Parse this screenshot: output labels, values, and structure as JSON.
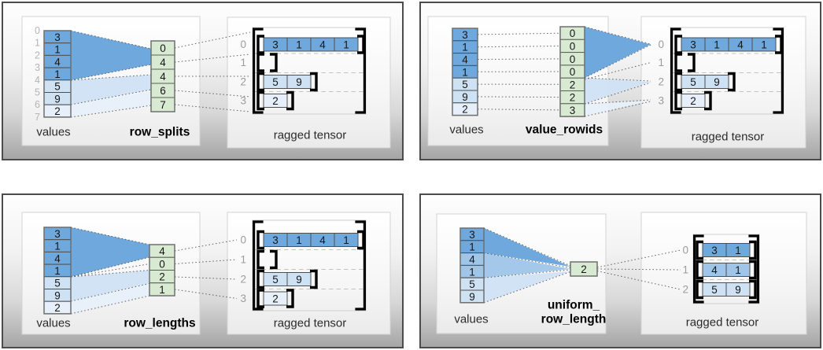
{
  "colors": {
    "dark": "#6fa8dc",
    "mid": "#9fc5e8",
    "light": "#cfe2f3",
    "pale": "#e7f0fa",
    "green": "#d9ead3",
    "index_gray": "#b4b4b4",
    "row_index_gray": "#9c9c9c"
  },
  "panels": [
    {
      "name": "row_splits",
      "values_label": "values",
      "param_label": "row_splits",
      "ragged_label": "ragged tensor",
      "values": [
        "3",
        "1",
        "4",
        "1",
        "5",
        "9",
        "2"
      ],
      "values_shades": [
        "dark",
        "dark",
        "dark",
        "dark",
        "light",
        "light",
        "pale"
      ],
      "value_indices": [
        "0",
        "1",
        "2",
        "3",
        "4",
        "5",
        "6",
        "7"
      ],
      "param": [
        "0",
        "4",
        "4",
        "6",
        "7"
      ],
      "row_indices": [
        "0",
        "1",
        "2",
        "3"
      ],
      "rows": [
        {
          "cells": [
            "3",
            "1",
            "4",
            "1"
          ],
          "shade": "dark"
        },
        {
          "cells": [],
          "shade": "dark"
        },
        {
          "cells": [
            "5",
            "9"
          ],
          "shade": "light"
        },
        {
          "cells": [
            "2"
          ],
          "shade": "pale"
        }
      ]
    },
    {
      "name": "value_rowids",
      "values_label": "values",
      "param_label": "value_rowids",
      "ragged_label": "ragged tensor",
      "values": [
        "3",
        "1",
        "4",
        "1",
        "5",
        "9",
        "2"
      ],
      "values_shades": [
        "dark",
        "dark",
        "dark",
        "dark",
        "light",
        "light",
        "pale"
      ],
      "param": [
        "0",
        "0",
        "0",
        "0",
        "2",
        "2",
        "3"
      ],
      "row_indices": [
        "0",
        "1",
        "2",
        "3"
      ],
      "rows": [
        {
          "cells": [
            "3",
            "1",
            "4",
            "1"
          ],
          "shade": "dark"
        },
        {
          "cells": [],
          "shade": "dark"
        },
        {
          "cells": [
            "5",
            "9"
          ],
          "shade": "light"
        },
        {
          "cells": [
            "2"
          ],
          "shade": "pale"
        }
      ]
    },
    {
      "name": "row_lengths",
      "values_label": "values",
      "param_label": "row_lengths",
      "ragged_label": "ragged tensor",
      "values": [
        "3",
        "1",
        "4",
        "1",
        "5",
        "9",
        "2"
      ],
      "values_shades": [
        "dark",
        "dark",
        "dark",
        "dark",
        "light",
        "light",
        "pale"
      ],
      "param": [
        "4",
        "0",
        "2",
        "1"
      ],
      "row_indices": [
        "0",
        "1",
        "2",
        "3"
      ],
      "rows": [
        {
          "cells": [
            "3",
            "1",
            "4",
            "1"
          ],
          "shade": "dark"
        },
        {
          "cells": [],
          "shade": "dark"
        },
        {
          "cells": [
            "5",
            "9"
          ],
          "shade": "light"
        },
        {
          "cells": [
            "2"
          ],
          "shade": "pale"
        }
      ]
    },
    {
      "name": "uniform_row_length",
      "values_label": "values",
      "param_label": "uniform_",
      "param_label2": "row_length",
      "ragged_label": "ragged tensor",
      "values": [
        "3",
        "1",
        "4",
        "1",
        "5",
        "9"
      ],
      "values_shades": [
        "dark",
        "dark",
        "mid",
        "mid",
        "light",
        "light"
      ],
      "param": [
        "2"
      ],
      "row_indices": [
        "0",
        "1",
        "2"
      ],
      "rows": [
        {
          "cells": [
            "3",
            "1"
          ],
          "shade": "dark"
        },
        {
          "cells": [
            "4",
            "1"
          ],
          "shade": "mid"
        },
        {
          "cells": [
            "5",
            "9"
          ],
          "shade": "light"
        }
      ]
    }
  ]
}
